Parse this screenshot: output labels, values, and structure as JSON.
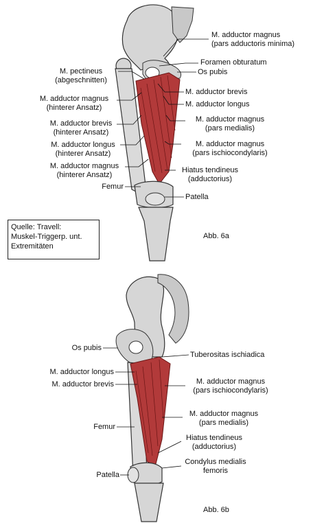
{
  "source_box": {
    "line1": "Quelle: Travell:",
    "line2": "Muskel-Triggerp. unt.",
    "line3": "Extremitäten"
  },
  "fig_a": {
    "caption": "Abb. 6a",
    "labels": {
      "adductor_magnus_min_1": "M. adductor magnus",
      "adductor_magnus_min_2": "(pars adductoris minima)",
      "foramen_obturatum": "Foramen obturatum",
      "os_pubis": "Os pubis",
      "pectineus_1": "M. pectineus",
      "pectineus_2": "(abgeschnitten)",
      "adductor_brevis": "M. adductor brevis",
      "adductor_magnus_hint_1": "M. adductor magnus",
      "adductor_magnus_hint_2": "(hinterer Ansatz)",
      "adductor_longus": "M. adductor longus",
      "adductor_brevis_hint_1": "M. adductor brevis",
      "adductor_brevis_hint_2": "(hinterer Ansatz)",
      "adductor_magnus_med_1": "M. adductor magnus",
      "adductor_magnus_med_2": "(pars medialis)",
      "adductor_longus_hint_1": "M. adductor longus",
      "adductor_longus_hint_2": "(hinterer Ansatz)",
      "adductor_magnus_isch_1": "M. adductor magnus",
      "adductor_magnus_isch_2": "(pars ischiocondylaris)",
      "adductor_magnus_hint2_1": "M. adductor magnus",
      "adductor_magnus_hint2_2": "(hinterer Ansatz)",
      "hiatus_1": "Hiatus tendineus",
      "hiatus_2": "(adductorius)",
      "femur": "Femur",
      "patella": "Patella"
    }
  },
  "fig_b": {
    "caption": "Abb. 6b",
    "labels": {
      "os_pubis": "Os pubis",
      "tuberositas": "Tuberositas ischiadica",
      "adductor_longus": "M. adductor longus",
      "adductor_brevis": "M. adductor brevis",
      "adductor_magnus_isch_1": "M. adductor magnus",
      "adductor_magnus_isch_2": "(pars ischiocondylaris)",
      "femur": "Femur",
      "adductor_magnus_med_1": "M. adductor magnus",
      "adductor_magnus_med_2": "(pars medialis)",
      "hiatus_1": "Hiatus tendineus",
      "hiatus_2": "(adductorius)",
      "condylus_1": "Condylus medialis",
      "condylus_2": "femoris",
      "patella": "Patella"
    }
  },
  "colors": {
    "bone": "#d8d8d8",
    "bone_outline": "#333333",
    "muscle": "#b23a3a",
    "muscle_dark": "#7a1e1e"
  }
}
